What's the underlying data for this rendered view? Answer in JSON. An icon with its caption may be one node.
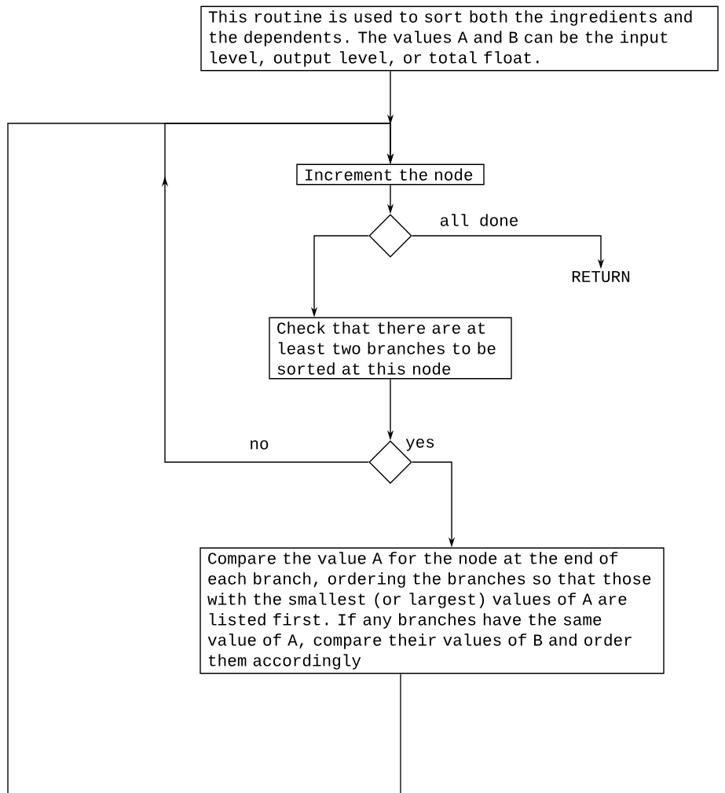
{
  "diagram": {
    "nodes": [
      {
        "text": [
          "This routine is used to sort both the ingredients and the dependents. The values A and B can be the input level, output level, or total float."
        ]
      },
      {
        "text": [
          "Increment the node"
        ]
      },
      {
        "text": [],
        "shape": "diamond"
      },
      {
        "text": [
          "RETURN"
        ]
      },
      {
        "text": [
          "Check that there are at least two branches to be sorted at this node"
        ]
      },
      {
        "text": [],
        "shape": "diamond"
      },
      {
        "text": [
          "Compare the value A for the node at the end of each branch, ordering the branches so that those with the smallest (or largest) values of A are listed first. If any branches have the same value of A, compare their values of B and order them accordingly"
        ]
      }
    ],
    "edges": [
      {
        "from": 0,
        "to": 1,
        "arrow": "to"
      },
      {
        "from": null,
        "to": 1,
        "arrow": "to"
      },
      {
        "from": 1,
        "to": 2,
        "arrow": "to"
      },
      {
        "from": 2,
        "to": 3,
        "arrow": "to",
        "label": "all done"
      },
      {
        "from": 2,
        "to": 4,
        "arrow": "to"
      },
      {
        "from": 4,
        "to": 5,
        "arrow": "to"
      },
      {
        "from": 5,
        "to": 1,
        "arrow": "to",
        "label": "no"
      },
      {
        "from": 5,
        "to": 6,
        "arrow": "to",
        "label": "yes"
      },
      {
        "from": 6,
        "to": null,
        "arrow": "none"
      }
    ]
  }
}
